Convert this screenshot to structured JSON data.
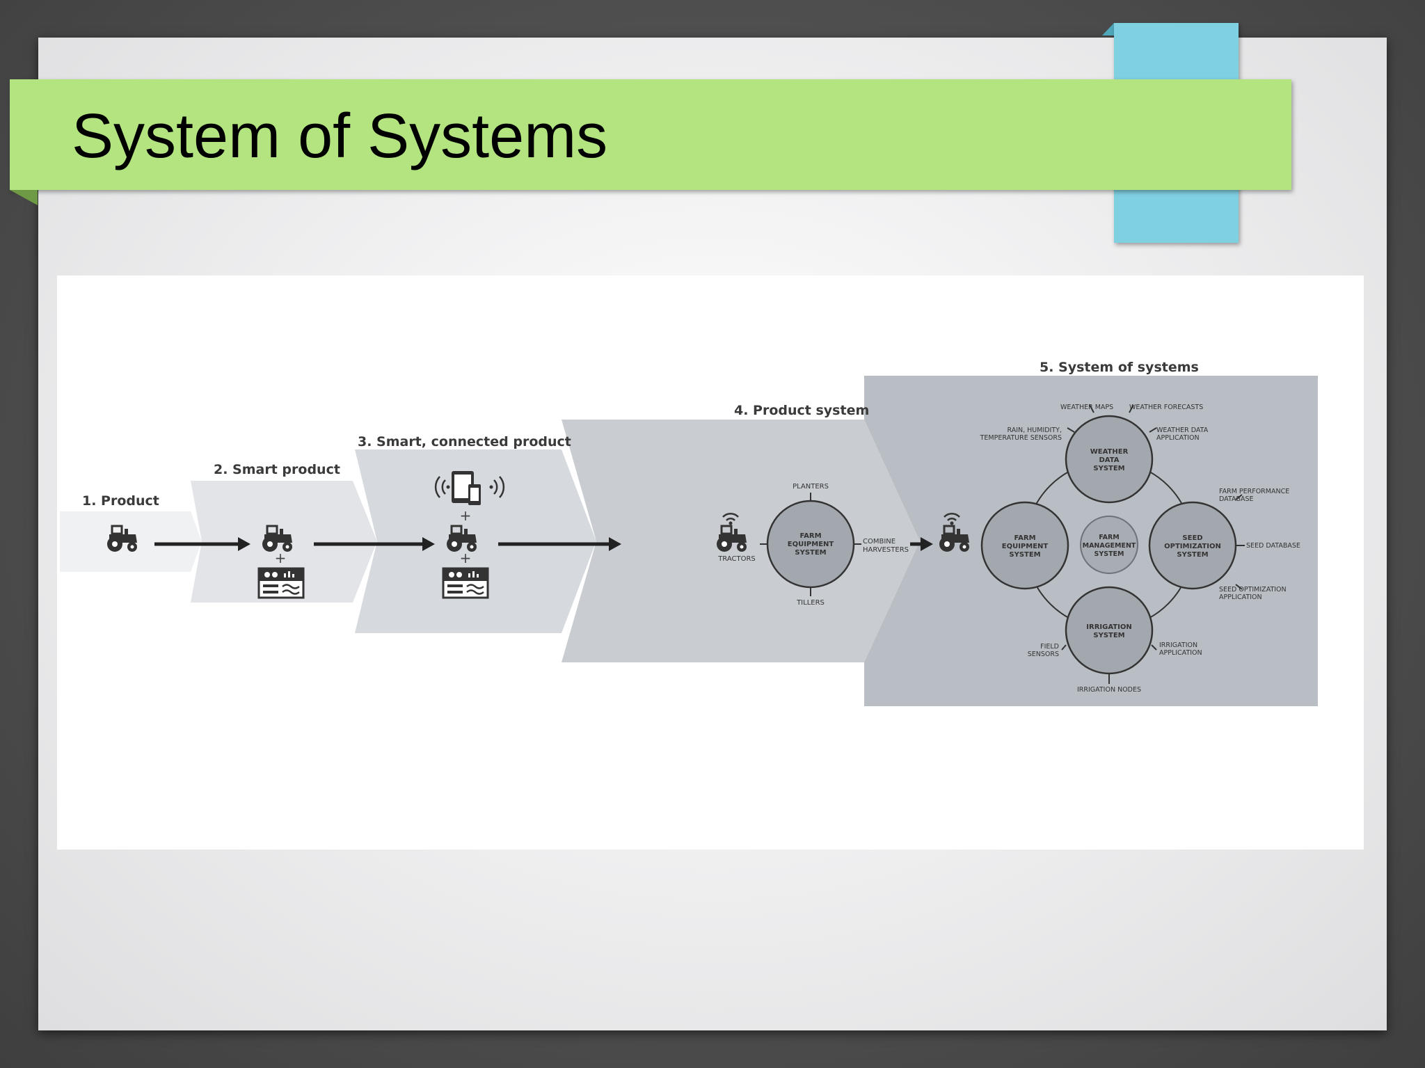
{
  "slide": {
    "title": "System of Systems"
  },
  "diagram": {
    "stages": [
      {
        "label": "1. Product"
      },
      {
        "label": "2. Smart product"
      },
      {
        "label": "3. Smart, connected product"
      },
      {
        "label": "4. Product system"
      },
      {
        "label": "5. System of systems"
      }
    ],
    "plus": "+",
    "product_system": {
      "hub": [
        "FARM",
        "EQUIPMENT",
        "SYSTEM"
      ],
      "top": "PLANTERS",
      "bottom": "TILLERS",
      "left": "TRACTORS",
      "right": [
        "COMBINE",
        "HARVESTERS"
      ]
    },
    "system_of_systems": {
      "center": [
        "FARM",
        "MANAGEMENT",
        "SYSTEM"
      ],
      "weather": [
        "WEATHER",
        "DATA",
        "SYSTEM"
      ],
      "equipment": [
        "FARM",
        "EQUIPMENT",
        "SYSTEM"
      ],
      "seed": [
        "SEED",
        "OPTIMIZATION",
        "SYSTEM"
      ],
      "irrigation": [
        "IRRIGATION",
        "SYSTEM"
      ],
      "labels": {
        "weather_maps": "WEATHER MAPS",
        "weather_forecasts": "WEATHER FORECASTS",
        "rain_sensors": [
          "RAIN, HUMIDITY,",
          "TEMPERATURE SENSORS"
        ],
        "weather_app": [
          "WEATHER DATA",
          "APPLICATION"
        ],
        "farm_perf_db": [
          "FARM PERFORMANCE",
          "DATABASE"
        ],
        "seed_db": "SEED DATABASE",
        "seed_app": [
          "SEED OPTIMIZATION",
          "APPLICATION"
        ],
        "field_sensors": [
          "FIELD",
          "SENSORS"
        ],
        "irrigation_app": [
          "IRRIGATION",
          "APPLICATION"
        ],
        "irrigation_nodes": "IRRIGATION NODES"
      }
    }
  }
}
